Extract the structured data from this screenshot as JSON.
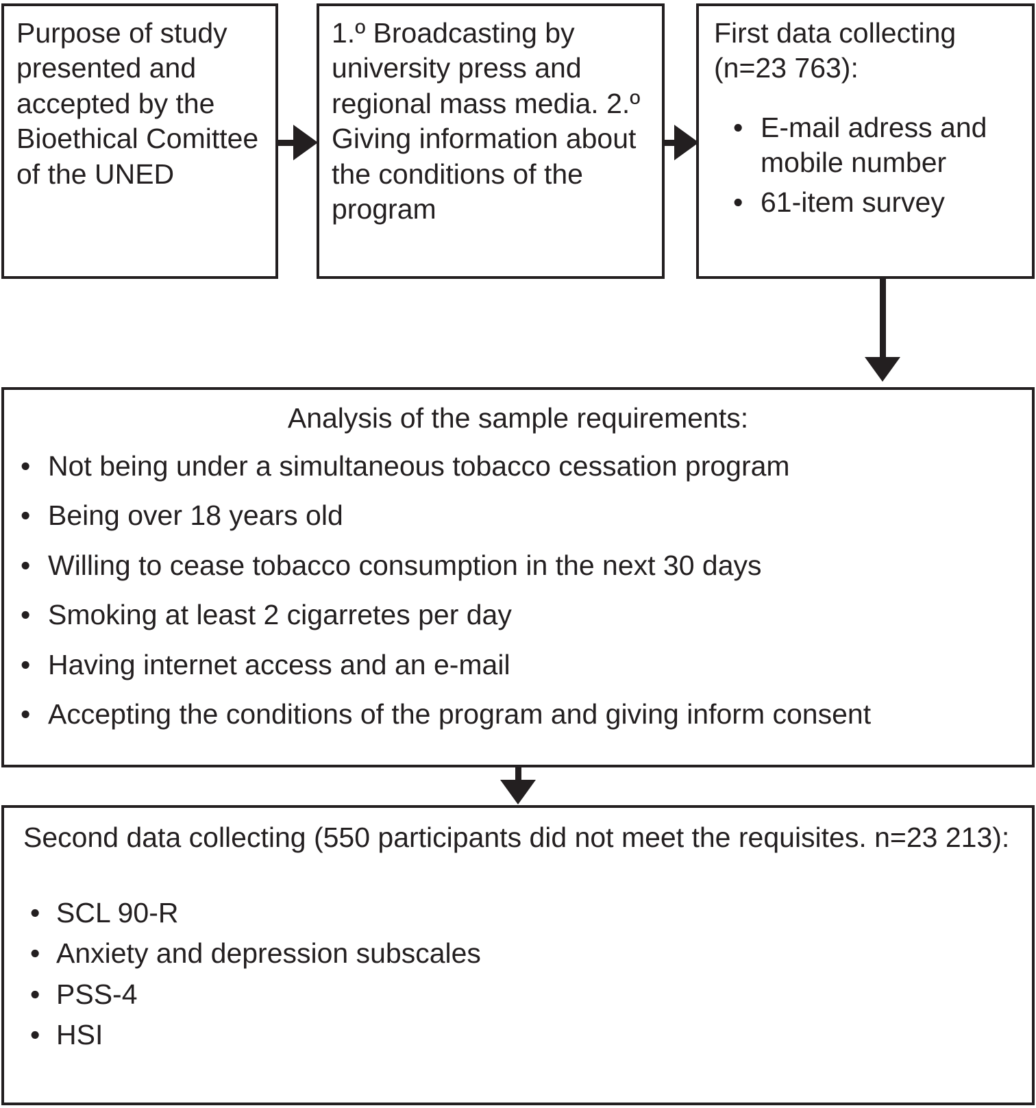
{
  "figure": {
    "type": "flowchart",
    "orientation": "top-left to bottom",
    "colors": {
      "stroke": "#231f20",
      "background": "#ffffff",
      "text": "#231f20"
    }
  },
  "nodes": {
    "purpose": {
      "text": "Purpose of study presented and accepted by the Bioethical Comittee of the UNED"
    },
    "broadcasting": {
      "text": "1.º Broadcasting by university press and regional mass media. 2.º Giving information about the conditions of the program"
    },
    "first_collect": {
      "heading": "First data collecting (n=23 763):",
      "bullets": [
        "E-mail adress and mobile number",
        "61-item survey"
      ],
      "n": "23 763"
    },
    "requirements": {
      "title": "Analysis of the sample requirements:",
      "bullets": [
        "Not being under a simultaneous tobacco cessation program",
        "Being over 18 years old",
        "Willing to cease tobacco consumption in the next 30 days",
        "Smoking at least 2 cigarretes per day",
        "Having internet access and an e-mail",
        "Accepting the conditions of the program and giving inform consent"
      ]
    },
    "second_collect": {
      "heading": "Second data collecting (550 participants did not meet the requisites. n=23 213):",
      "bullets": [
        "SCL 90-R",
        "Anxiety and depression subscales",
        "PSS-4",
        "HSI"
      ],
      "excluded": "550",
      "n": "23 213"
    }
  },
  "bullet_glyph": "•",
  "edges": [
    {
      "from": "purpose",
      "to": "broadcasting",
      "direction": "right"
    },
    {
      "from": "broadcasting",
      "to": "first_collect",
      "direction": "right"
    },
    {
      "from": "first_collect",
      "to": "requirements",
      "direction": "down"
    },
    {
      "from": "requirements",
      "to": "second_collect",
      "direction": "down"
    }
  ]
}
